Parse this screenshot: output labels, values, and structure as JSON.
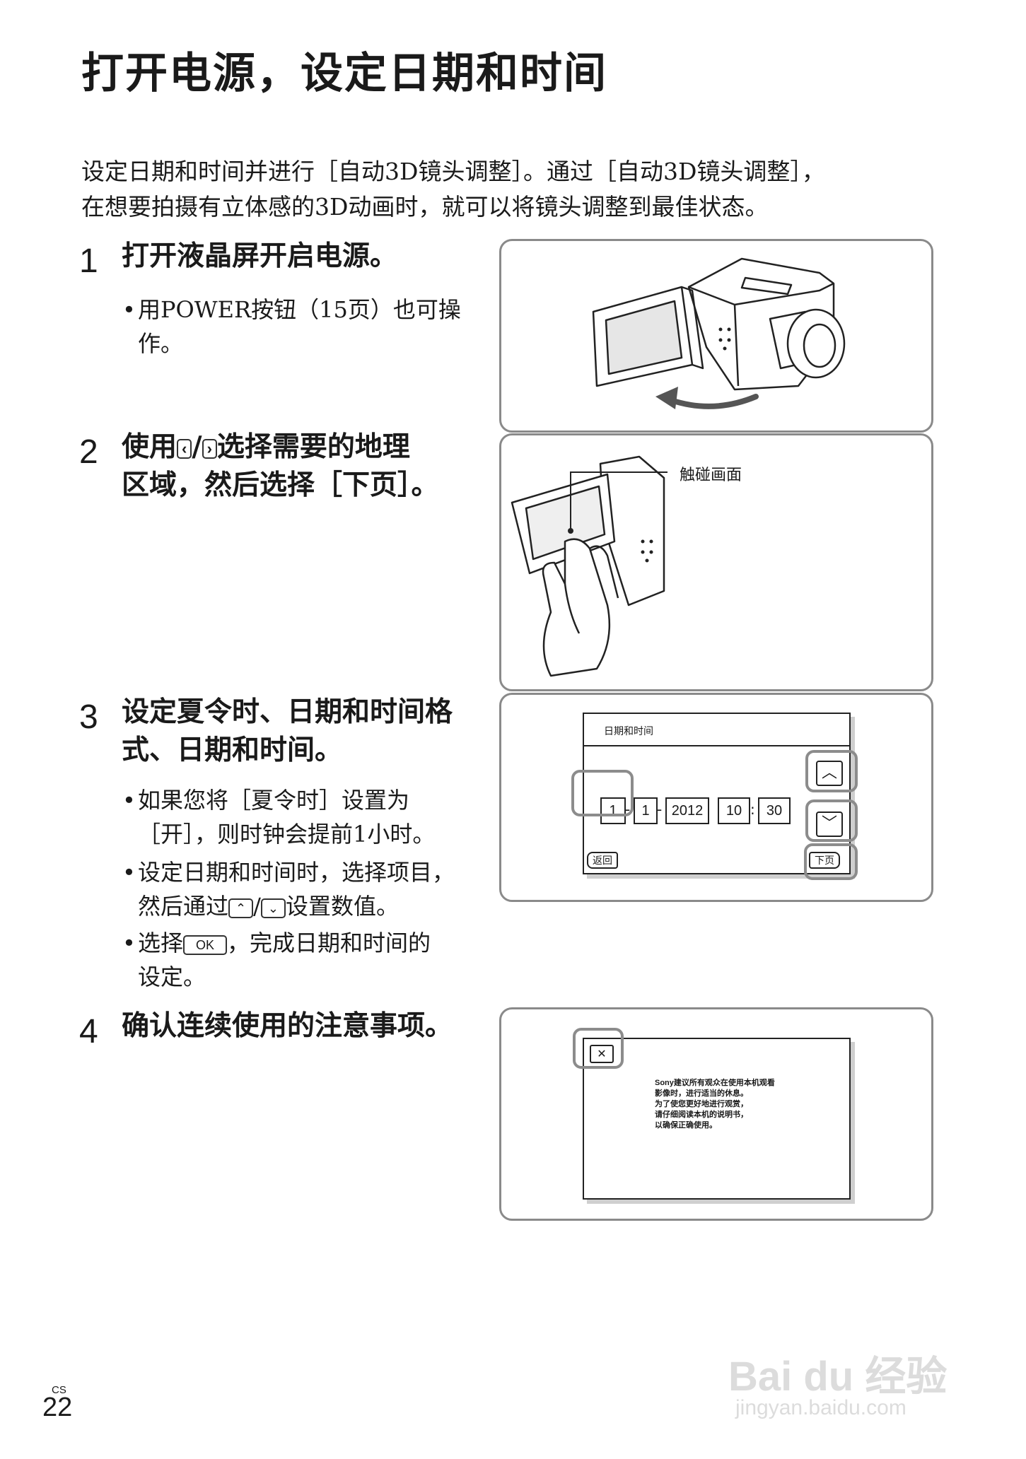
{
  "page": {
    "title": "打开电源，设定日期和时间",
    "intro_line1": "设定日期和时间并进行［自动3D镜头调整］。通过［自动3D镜头调整］，",
    "intro_line2": "在想要拍摄有立体感的3D动画时，就可以将镜头调整到最佳状态。",
    "page_lang": "CS",
    "page_number": "22"
  },
  "steps": [
    {
      "number": "1",
      "text": "打开液晶屏开启电源。",
      "bullets": [
        "用POWER按钮（15页）也可操作。"
      ]
    },
    {
      "number": "2",
      "text_before": "使用",
      "icon_left": "‹",
      "separator": "/",
      "icon_right": "›",
      "text_line1_after": "选择需要的地理",
      "text_line2": "区域，然后选择［下页］。"
    },
    {
      "number": "3",
      "text_line1": "设定夏令时、日期和时间格",
      "text_line2": "式、日期和时间。",
      "bullet1_line1": "如果您将［夏令时］设置为",
      "bullet1_line2": "［开］，则时钟会提前1小时。",
      "bullet2_line1": "设定日期和时间时，选择项目，",
      "bullet2_line2_pre": "然后通过",
      "bullet2_up": "⌃",
      "bullet2_sep": "/",
      "bullet2_down": "⌄",
      "bullet2_line2_post": "设置数值。",
      "bullet3_pre": "选择",
      "bullet3_ok": "OK",
      "bullet3_post": "，完成日期和时间的",
      "bullet3_line2": "设定。"
    },
    {
      "number": "4",
      "text": "确认连续使用的注意事项。"
    }
  ],
  "figure2": {
    "callout": "触碰画面"
  },
  "figure3": {
    "screen_title": "日期和时间",
    "month": "1",
    "day": "1",
    "year": "2012",
    "hour": "10",
    "minute": "30",
    "dash": "-",
    "colon": ":",
    "back_label": "返回",
    "next_label": "下页"
  },
  "figure4": {
    "close_symbol": "✕",
    "message_lines": [
      "Sony建议所有观众在使用本机观看",
      "影像时，进行适当的休息。",
      "为了使您更好地进行观赏，",
      "请仔细阅读本机的说明书，",
      "以确保正确使用。"
    ]
  },
  "watermark": {
    "brand": "Bai du 经验",
    "url": "jingyan.baidu.com"
  }
}
